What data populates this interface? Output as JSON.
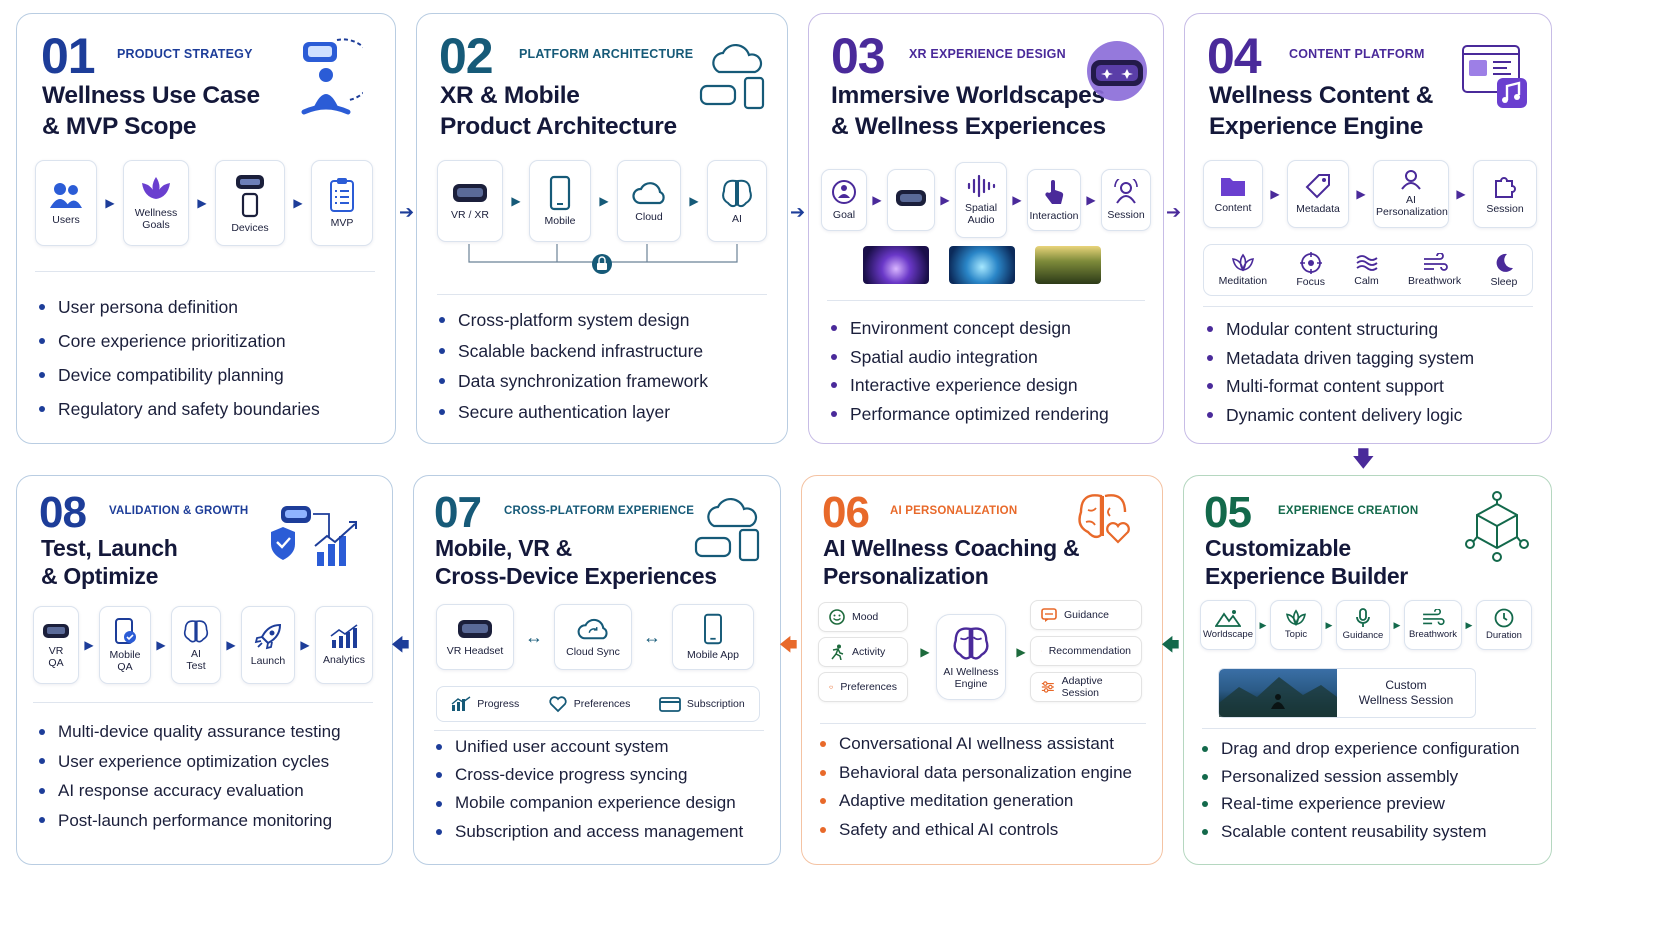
{
  "cards": {
    "c01": {
      "num": "01",
      "category": "PRODUCT STRATEGY",
      "title": [
        "Wellness Use Case",
        "& MVP Scope"
      ],
      "flow": [
        "Users",
        "Wellness Goals",
        "Devices",
        "MVP"
      ],
      "bullets": [
        "User persona definition",
        "Core experience prioritization",
        "Device compatibility planning",
        "Regulatory and safety boundaries"
      ]
    },
    "c02": {
      "num": "02",
      "category": "PLATFORM ARCHITECTURE",
      "title": [
        "XR & Mobile",
        "Product Architecture"
      ],
      "flow": [
        "VR / XR",
        "Mobile",
        "Cloud",
        "AI"
      ],
      "bullets": [
        "Cross-platform system design",
        "Scalable backend infrastructure",
        "Data synchronization framework",
        "Secure authentication layer"
      ]
    },
    "c03": {
      "num": "03",
      "category": "XR EXPERIENCE DESIGN",
      "title": [
        "Immersive Worldscapes",
        "& Wellness Experiences"
      ],
      "flow": [
        "Goal",
        "",
        "Spatial Audio",
        "Interaction",
        "Session"
      ],
      "bullets": [
        "Environment concept design",
        "Spatial audio integration",
        "Interactive experience design",
        "Performance optimized rendering"
      ]
    },
    "c04": {
      "num": "04",
      "category": "CONTENT PLATFORM",
      "title": [
        "Wellness Content &",
        "Experience Engine"
      ],
      "flow": [
        "Content",
        "Metadata",
        "AI Personalization",
        "Session"
      ],
      "tags": [
        "Meditation",
        "Focus",
        "Calm",
        "Breathwork",
        "Sleep"
      ],
      "bullets": [
        "Modular content structuring",
        "Metadata driven tagging system",
        "Multi-format content support",
        "Dynamic content delivery logic"
      ]
    },
    "c05": {
      "num": "05",
      "category": "EXPERIENCE CREATION",
      "title": [
        "Customizable",
        "Experience Builder"
      ],
      "flow": [
        "Worldscape",
        "Topic",
        "Guidance",
        "Breathwork",
        "Duration"
      ],
      "custom": [
        "Custom",
        "Wellness Session"
      ],
      "bullets": [
        "Drag and drop experience configuration",
        "Personalized session assembly",
        "Real-time experience preview",
        "Scalable content reusability system"
      ]
    },
    "c06": {
      "num": "06",
      "category": "AI PERSONALIZATION",
      "title": [
        "AI Wellness Coaching &",
        "Personalization"
      ],
      "inputs": [
        "Mood",
        "Activity",
        "Preferences"
      ],
      "engine": [
        "AI Wellness",
        "Engine"
      ],
      "outputs": [
        "Guidance",
        "Recommendation",
        "Adaptive Session"
      ],
      "bullets": [
        "Conversational AI wellness assistant",
        "Behavioral data personalization engine",
        "Adaptive meditation generation",
        "Safety and ethical AI controls"
      ]
    },
    "c07": {
      "num": "07",
      "category": "CROSS-PLATFORM EXPERIENCE",
      "title": [
        "Mobile, VR &",
        "Cross-Device Experiences"
      ],
      "flow": [
        "VR Headset",
        "Cloud Sync",
        "Mobile App"
      ],
      "features": [
        "Progress",
        "Preferences",
        "Subscription"
      ],
      "bullets": [
        "Unified user account system",
        "Cross-device progress syncing",
        "Mobile companion experience design",
        "Subscription and access management"
      ]
    },
    "c08": {
      "num": "08",
      "category": "VALIDATION & GROWTH",
      "title": [
        "Test, Launch",
        "& Optimize"
      ],
      "flow": [
        [
          "VR",
          "QA"
        ],
        [
          "Mobile",
          "QA"
        ],
        [
          "AI",
          "Test"
        ],
        [
          "Launch"
        ],
        [
          "Analytics"
        ]
      ],
      "bullets": [
        "Multi-device quality assurance testing",
        "User experience optimization cycles",
        "AI response accuracy evaluation",
        "Post-launch performance monitoring"
      ]
    }
  },
  "colors": {
    "blue": "#1d3d99",
    "teal": "#165a78",
    "purple": "#4a2a9a",
    "orange": "#e8692a",
    "green": "#13694b",
    "border": "#b9cde2"
  },
  "icons": [
    "users-icon",
    "lotus-icon",
    "vr-headset-icon",
    "phone-icon",
    "checklist-icon",
    "cloud-icon",
    "brain-icon",
    "lock-icon",
    "goal-icon",
    "audio-wave-icon",
    "hand-pointer-icon",
    "session-icon",
    "folder-icon",
    "tag-icon",
    "puzzle-icon",
    "target-icon",
    "wind-icon",
    "moon-icon",
    "cube-icon",
    "mountain-icon",
    "microphone-icon",
    "clock-icon",
    "smile-icon",
    "running-icon",
    "heart-icon",
    "chat-icon",
    "sliders-icon",
    "chart-icon",
    "rocket-icon",
    "card-icon",
    "shield-icon"
  ]
}
